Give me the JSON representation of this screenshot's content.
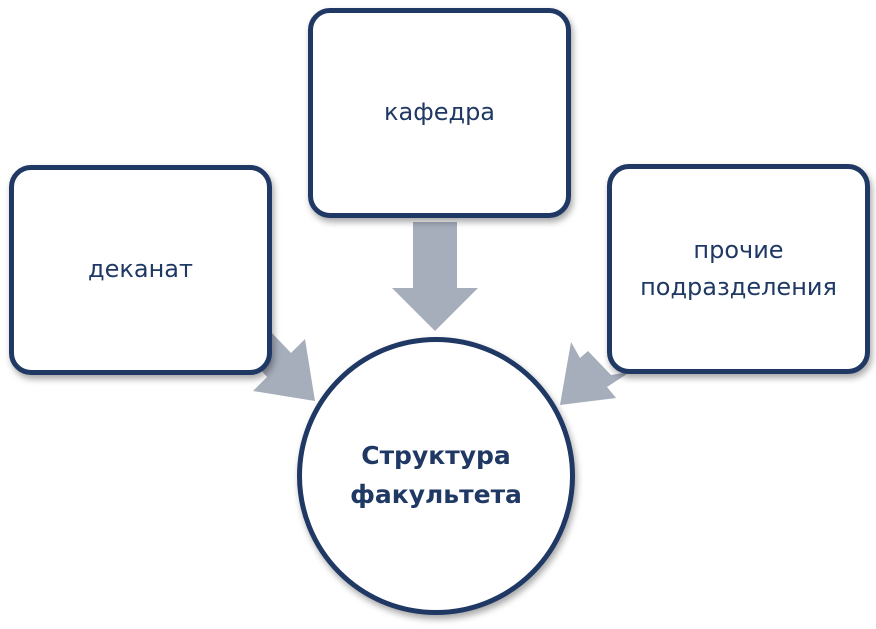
{
  "diagram": {
    "center": {
      "line1": "Структура",
      "line2": "факультета"
    },
    "nodes": {
      "left": "деканат",
      "top": "кафедра",
      "right_line1": "прочие",
      "right_line2": "подразделения"
    }
  },
  "colors": {
    "border": "#1f3864",
    "text": "#1f3864",
    "arrow": "#a6adbb",
    "background": "#ffffff"
  }
}
